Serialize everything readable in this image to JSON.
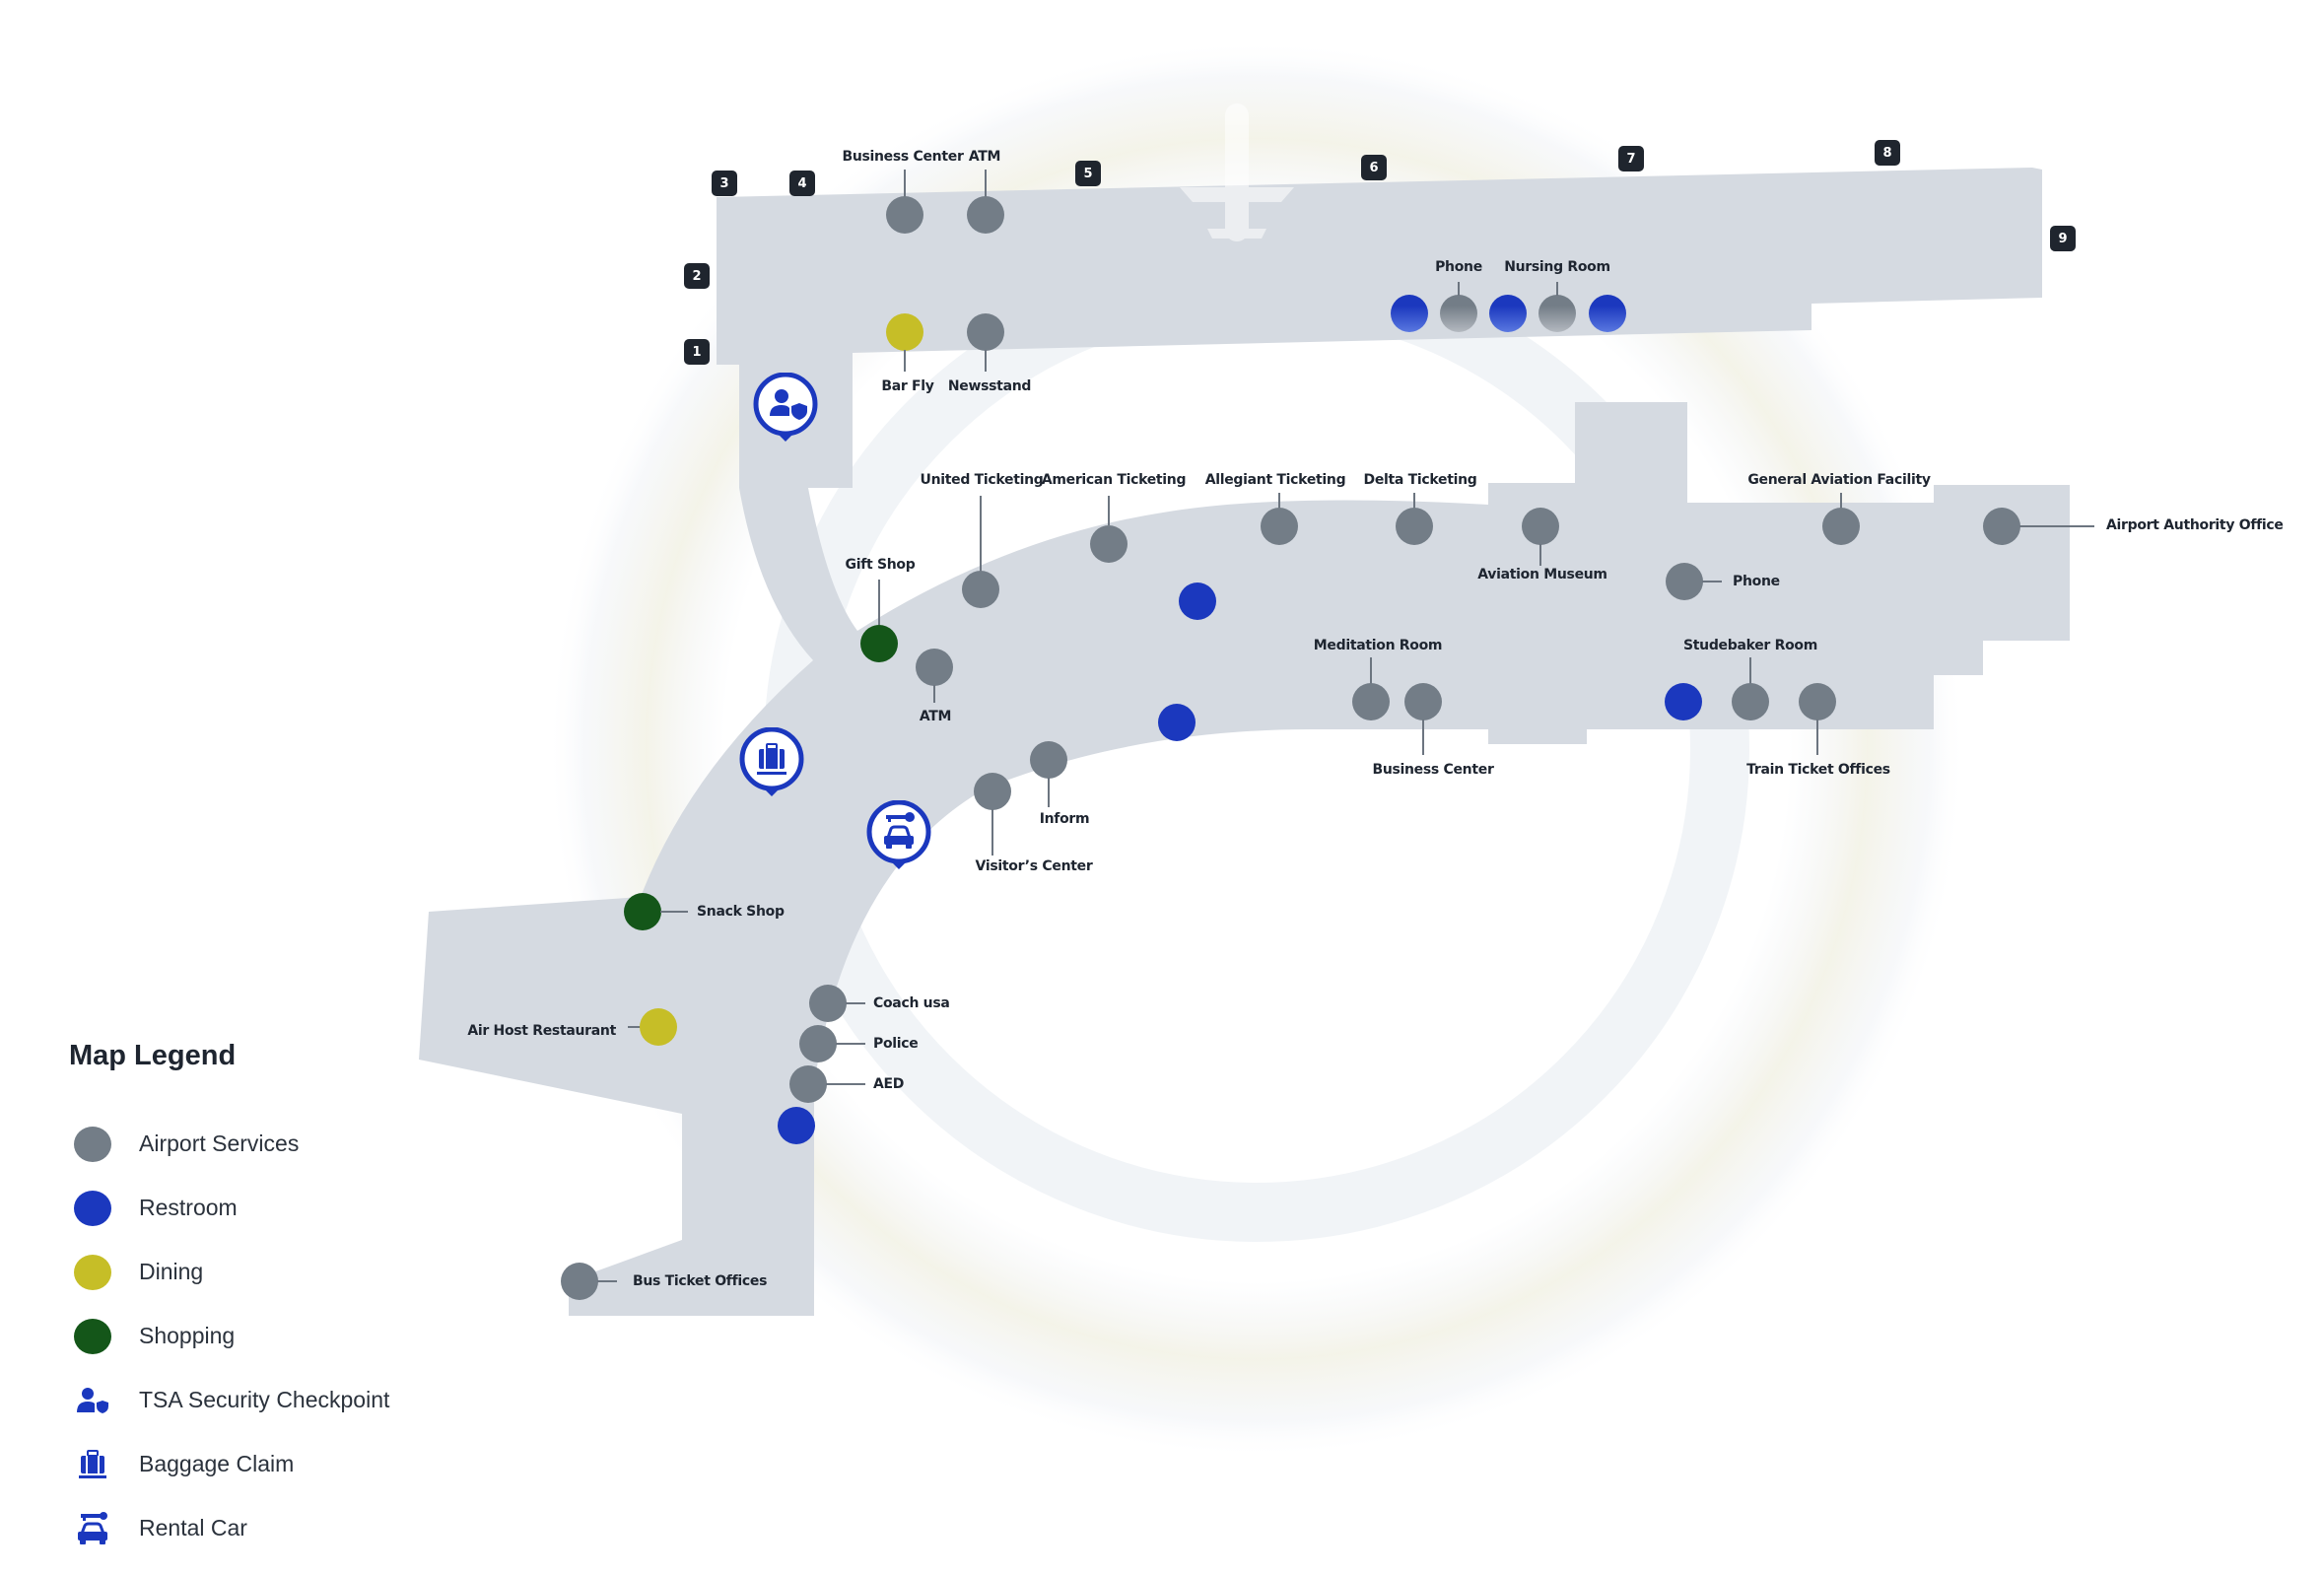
{
  "legend": {
    "title": "Map Legend",
    "items": [
      {
        "label": "Airport Services",
        "type": "dot",
        "color": "#737d87"
      },
      {
        "label": "Restroom",
        "type": "dot",
        "color": "#1b38be"
      },
      {
        "label": "Dining",
        "type": "dot",
        "color": "#c6be27"
      },
      {
        "label": "Shopping",
        "type": "dot",
        "color": "#145619"
      },
      {
        "label": "TSA  Security Checkpoint",
        "type": "icon",
        "icon": "tsa-security-icon"
      },
      {
        "label": "Baggage Claim",
        "type": "icon",
        "icon": "baggage-icon"
      },
      {
        "label": "Rental Car",
        "type": "icon",
        "icon": "rental-car-icon"
      }
    ]
  },
  "colors": {
    "airport_services": "#737d87",
    "restroom": "#1b38be",
    "dining": "#c6be27",
    "shopping": "#145619",
    "icon_blue": "#1b38be",
    "floor": "#d5dae1",
    "gate_badge": "#1f252e"
  },
  "gates": [
    "1",
    "2",
    "3",
    "4",
    "5",
    "6",
    "7",
    "8",
    "9"
  ],
  "pois": {
    "business_center_top": "Business Center",
    "atm_top": "ATM",
    "bar_fly": "Bar Fly",
    "newsstand": "Newsstand",
    "phone_top": "Phone",
    "nursing_room": "Nursing Room",
    "united_ticketing": "United Ticketing",
    "american_ticketing": "American Ticketing",
    "allegiant_ticketing": "Allegiant Ticketing",
    "delta_ticketing": "Delta Ticketing",
    "aviation_museum": "Aviation Museum",
    "general_aviation": "General Aviation Facility",
    "airport_authority": "Airport Authority Office",
    "phone_right": "Phone",
    "gift_shop": "Gift Shop",
    "atm_mid": "ATM",
    "meditation_room": "Meditation Room",
    "business_center_mid": "Business Center",
    "studebaker_room": "Studebaker Room",
    "train_ticket": "Train Ticket Offices",
    "inform": "Inform",
    "visitors_center": "Visitor’s Center",
    "snack_shop": "Snack Shop",
    "air_host": "Air Host Restaurant",
    "coach_usa": "Coach usa",
    "police": "Police",
    "aed": "AED",
    "bus_ticket": "Bus Ticket Offices"
  }
}
